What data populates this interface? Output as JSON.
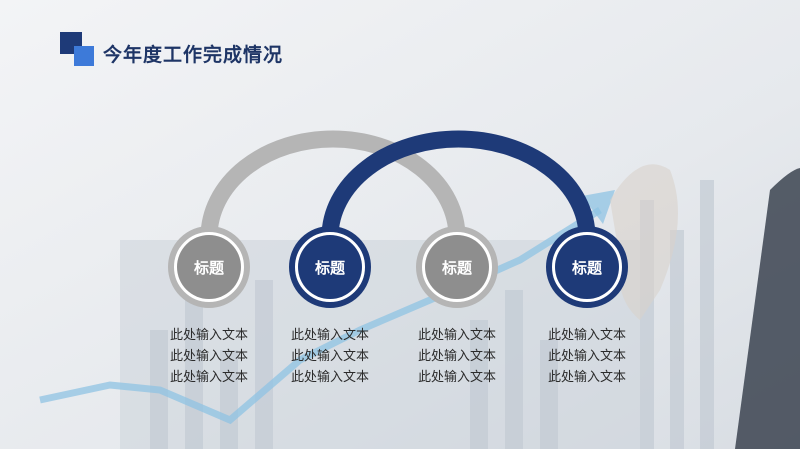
{
  "page": {
    "title": "今年度工作完成情况"
  },
  "colors": {
    "navy": "#1e3a78",
    "gray": "#b5b5b5",
    "gray_node": "#8e8e8e",
    "accent": "#3d7ad9"
  },
  "nodes": [
    {
      "label": "标题",
      "style": "gray",
      "lines": [
        "此处输入文本",
        "此处输入文本",
        "此处输入文本"
      ]
    },
    {
      "label": "标题",
      "style": "navy",
      "lines": [
        "此处输入文本",
        "此处输入文本",
        "此处输入文本"
      ]
    },
    {
      "label": "标题",
      "style": "gray",
      "lines": [
        "此处输入文本",
        "此处输入文本",
        "此处输入文本"
      ]
    },
    {
      "label": "标题",
      "style": "navy",
      "lines": [
        "此处输入文本",
        "此处输入文本",
        "此处输入文本"
      ]
    }
  ]
}
